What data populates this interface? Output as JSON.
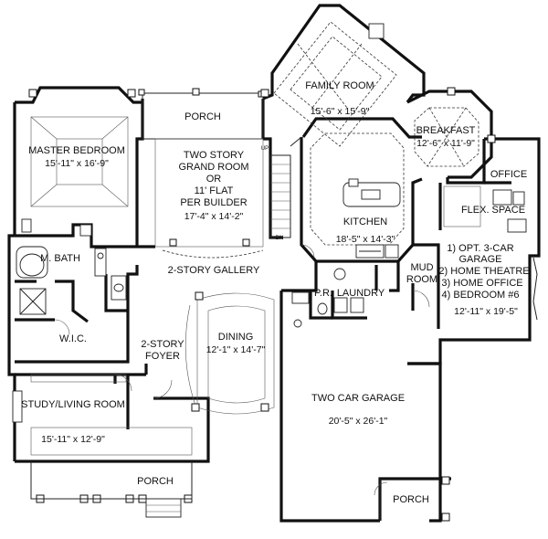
{
  "rooms": {
    "master_bedroom": {
      "name": "MASTER BEDROOM",
      "dims": "15'-11\" x 16'-9\""
    },
    "porch_top": {
      "name": "PORCH"
    },
    "grand_room": {
      "line1": "TWO STORY",
      "line2": "GRAND ROOM",
      "line3": "OR",
      "line4": "11' FLAT",
      "line5": "PER BUILDER",
      "dims": "17'-4\" x 14'-2\""
    },
    "family_room": {
      "name": "FAMILY ROOM",
      "dims": "15'-6\" x 15'-9\""
    },
    "breakfast": {
      "name": "BREAKFAST",
      "dims": "12'-6\" x 11'-9\""
    },
    "kitchen": {
      "name": "KITCHEN",
      "dims": "18'-5\" x 14'-3\""
    },
    "office": {
      "name": "OFFICE"
    },
    "flex_space": {
      "name": "FLEX. SPACE"
    },
    "garage_options": {
      "line1": "1) OPT. 3-CAR",
      "line2": "GARAGE",
      "line3": "2) HOME THEATRE",
      "line4": "3) HOME OFFICE",
      "line5": "4) BEDROOM #6",
      "dims": "12'-11\" x 19'-5\""
    },
    "master_bath": {
      "name": "M. BATH"
    },
    "gallery": {
      "name": "2-STORY GALLERY"
    },
    "mud_room": {
      "line1": "MUD",
      "line2": "ROOM"
    },
    "powder_room": {
      "name": "P.R."
    },
    "laundry": {
      "name": "LAUNDRY"
    },
    "wic": {
      "name": "W.I.C."
    },
    "foyer": {
      "line1": "2-STORY",
      "line2": "FOYER"
    },
    "dining": {
      "name": "DINING",
      "dims": "12'-1\" x 14'-7\""
    },
    "two_car_garage": {
      "name": "TWO CAR GARAGE",
      "dims": "20'-5\" x 26'-1\""
    },
    "study": {
      "name": "STUDY/LIVING ROOM",
      "dims": "15'-11\" x 12'-9\""
    },
    "porch_front": {
      "name": "PORCH"
    },
    "porch_garage": {
      "name": "PORCH"
    }
  },
  "stair_notes": {
    "up": "UP",
    "down": "DN"
  }
}
